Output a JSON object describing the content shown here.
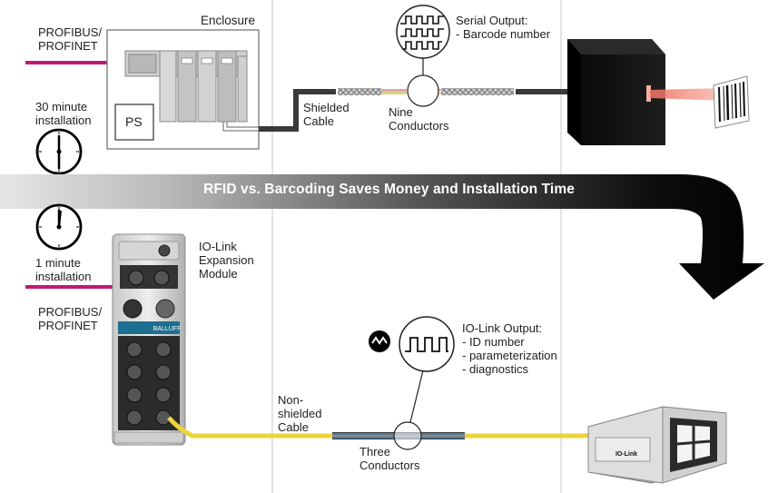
{
  "title": "RFID vs. Barcoding Saves Money and Installation Time",
  "top": {
    "enclosure_label": "Enclosure",
    "network_label": "PROFIBUS/\nPROFINET",
    "power_supply_label": "PS",
    "install_time_label": "30 minute\ninstallation",
    "cable_label": "Shielded\nCable",
    "conductors_label": "Nine\nConductors",
    "output_label": "Serial Output:\n- Barcode number"
  },
  "bottom": {
    "install_time_label": "1 minute\ninstallation",
    "module_label": "IO-Link\nExpansion\nModule",
    "network_label": "PROFIBUS/\nPROFINET",
    "output_label": "IO-Link Output:\n- ID number\n- parameterization\n- diagnostics",
    "cable_label": "Non-\nshielded\nCable",
    "conductors_label": "Three\nConductors",
    "module_brand": "BALLUFF",
    "sensor_brand": "IO-Link"
  },
  "colors": {
    "profibus_cable": "#c2187a",
    "io_link_cable": "#ecd43a",
    "shielded_cable": "#3a3a3a",
    "laser": "#f07060",
    "banner_arrow": "#000000"
  },
  "icons": [
    "clock-icon",
    "square-wave-icon",
    "io-link-logo-icon"
  ]
}
